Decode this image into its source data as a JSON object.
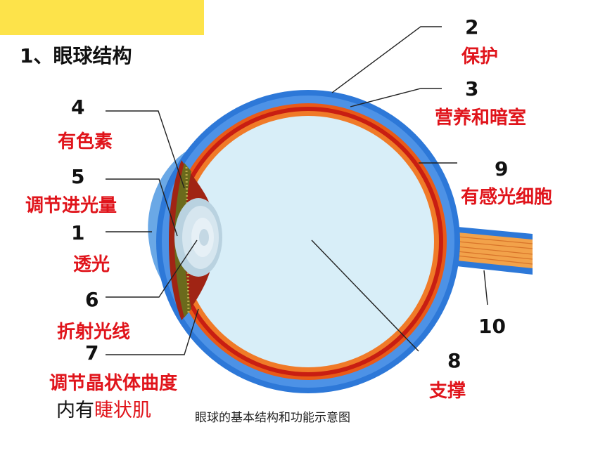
{
  "title": "1、眼球结构",
  "caption": "眼球的基本结构和功能示意图",
  "parts": [
    {
      "num": "1",
      "label": "透光"
    },
    {
      "num": "2",
      "label": "保护"
    },
    {
      "num": "3",
      "label": "营养和暗室"
    },
    {
      "num": "4",
      "label": "有色素"
    },
    {
      "num": "5",
      "label": "调节进光量"
    },
    {
      "num": "6",
      "label": "折射光线"
    },
    {
      "num": "7",
      "label": "调节晶状体曲度"
    },
    {
      "num": "8",
      "label": "支撑"
    },
    {
      "num": "9",
      "label": "有感光细胞"
    },
    {
      "num": "10",
      "label": ""
    }
  ],
  "note": {
    "prefix": "内有",
    "highlight": "睫状肌"
  },
  "colors": {
    "accent_bar": "#fde34a",
    "label_red": "#e0141b",
    "sclera": "#2d78d8",
    "choroid": "#e8641e",
    "vitreous": "#d8eef8"
  }
}
